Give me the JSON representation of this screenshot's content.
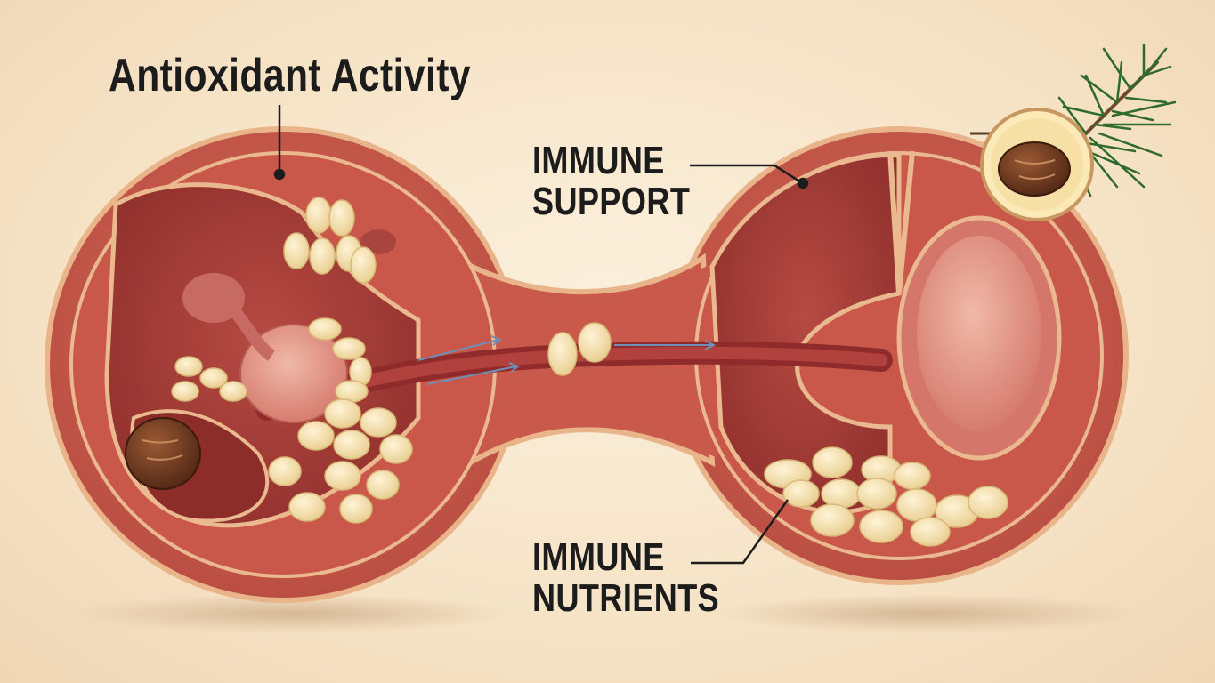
{
  "labels": {
    "antioxidant": "Antioxidant Activity",
    "immune_support": [
      "IMMUNE",
      "SUPPORT"
    ],
    "immune_nutrients": [
      "IMMUNE",
      "NUTRIENTS"
    ]
  },
  "colors": {
    "background": "#f6e3c6",
    "tissue_outer": "#c9574a",
    "tissue_inner": "#a33a33",
    "lining": "#e9b48a",
    "seed": "#f3dfae",
    "nut": "#6b3a22",
    "needle": "#2f6b2a"
  },
  "icons": [
    "pine-nut-icon",
    "pine-branch-icon",
    "pine-seed-icon"
  ]
}
